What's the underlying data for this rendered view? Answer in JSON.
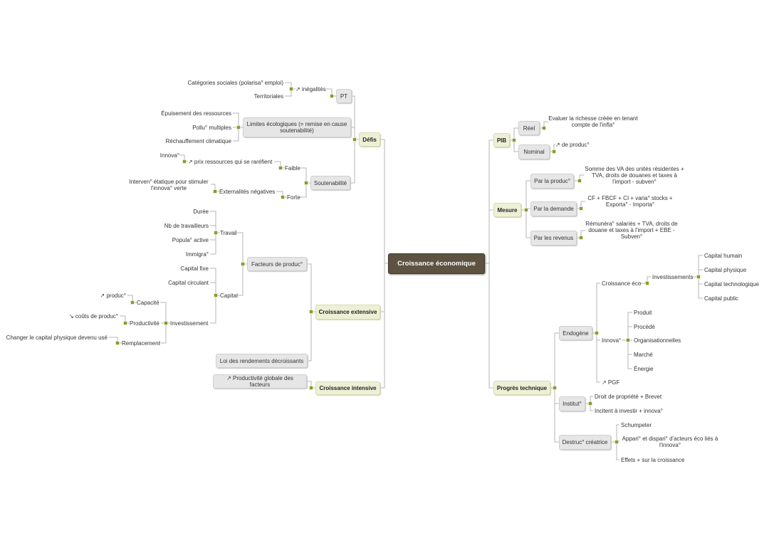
{
  "root": "Croissance économique",
  "left": {
    "defis": "Défis",
    "pt": "PT",
    "inegalites": "↗ inégalités",
    "categories": "Catégories sociales (polarisa° emploi)",
    "territoriales": "Territoriales",
    "limites": "Limites écologiques (= remise en cause soutenabilité)",
    "epuisement": "Épuisement des ressources",
    "pollu": "Pollu° multiples",
    "rechauffement": "Réchauffement climatique",
    "soutenabilite": "Soutenabilité",
    "faible": "Faible",
    "prix": "↗ prix ressources qui se raréfient",
    "innova": "Innova°",
    "forte": "Forte",
    "externalites": "Externalités négatives",
    "interven": "Interven° étatique pour stimuler l'innova° verte",
    "extensive": "Croissance extensive",
    "facteurs": "Facteurs de produc°",
    "travail": "Travail",
    "duree": "Durée",
    "nb": "Nb de travailleurs",
    "popula": "Popula° active",
    "immigra": "Immigra°",
    "capital": "Capital",
    "fixe": "Capital fixe",
    "circulant": "Capital circulant",
    "investissement": "Investissement",
    "capacite": "Capacité",
    "produc": "↗ produc°",
    "productivite": "Productivité",
    "couts": "↘ coûts de produc°",
    "remplacement": "Remplacement",
    "changer": "Changer le capital physique devenu usé",
    "loi": "Loi des rendements décroissants",
    "intensive": "Croissance intensive",
    "pgf": "↗ Productivité globale des facteurs"
  },
  "right": {
    "pib": "PIB",
    "reel": "Réel",
    "evaluer": "Evaluer la richesse créée en tenant compte de l'infla°",
    "nominal": "Nominal",
    "deproduc": "↗ de produc°",
    "mesure": "Mesure",
    "parproduc": "Par la produc°",
    "somme": "Somme des VA des unités résidentes + TVA, droits de douanes et taxes à l'import - subven°",
    "pardemande": "Par la demande",
    "cf": "CF + FBCF + CI + varia° stocks + Exporta° - Importa°",
    "parrevenus": "Par les revenus",
    "remunera": "Rémunéra° salariés + TVA, droits de douane et taxes à l'import + EBE - Subven°",
    "progres": "Progrès technique",
    "endogene": "Endogène",
    "croissanceeco": "Croissance éco",
    "investissements": "Investissements",
    "humain": "Capital humain",
    "physique": "Capital physique",
    "techno": "Capital technologique",
    "public": "Capital public",
    "innoval": "Innova°",
    "produit": "Produit",
    "procede": "Procédé",
    "organisation": "Organisationnelles",
    "marche": "Marché",
    "energie": "Énergie",
    "pgf": "↗ PGF",
    "institut": "Institut°",
    "droit": "Droit de propriété + Brevet",
    "incitent": "Incitent à investir + innova°",
    "destruc": "Destruc° créatrice",
    "schumpeter": "Schumpeter",
    "appari": "Appari° et dispari° d'acteurs éco liés à l'innova°",
    "effets": "Effets + sur la croissance"
  },
  "colors": {
    "line": "#b5b5b5",
    "dot": "#8a9a2a",
    "root": "#5e5241"
  }
}
